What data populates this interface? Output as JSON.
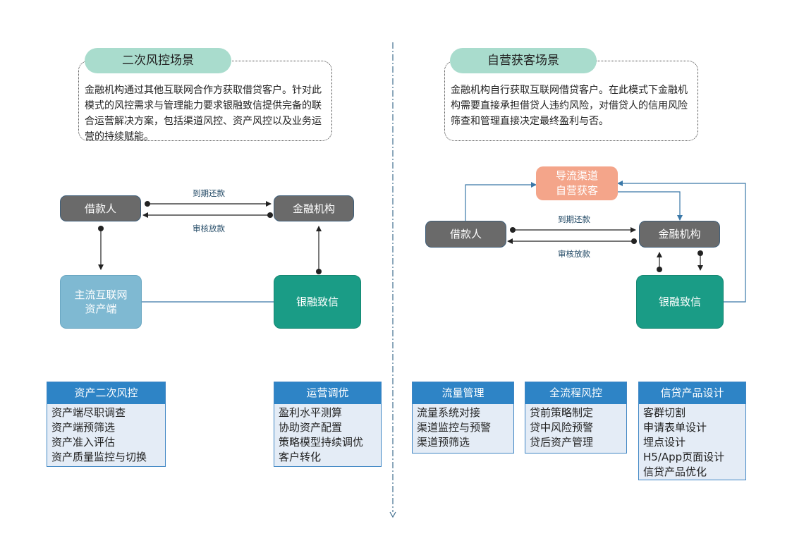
{
  "left": {
    "title": "二次风控场景",
    "description": "金融机构通过其他互联网合作方获取借贷客户。针对此模式的风控需求与管理能力要求银融致信提供完备的联合运营解决方案，包括渠道风控、资产风控以及业务运营的持续赋能。",
    "nodes": {
      "borrower": "借款人",
      "institution": "金融机构",
      "asset_side": "主流互联网\n资产端",
      "yinrong": "银融致信"
    },
    "edges": {
      "repay": "到期还款",
      "loan": "审核放款"
    },
    "cards": [
      {
        "title": "资产二次风控",
        "items": [
          "资产端尽职调查",
          "资产端预筛选",
          "资产准入评估",
          "资产质量监控与切换"
        ]
      },
      {
        "title": "运营调优",
        "items": [
          "盈利水平测算",
          "协助资产配置",
          "策略模型持续调优",
          "客户转化"
        ]
      }
    ]
  },
  "right": {
    "title": "自营获客场景",
    "description": "金融机构自行获取互联网借贷客户。在此模式下金融机构需要直接承担借贷人违约风险，对借贷人的信用风险筛查和管理直接决定最终盈利与否。",
    "nodes": {
      "channel": "导流渠道\n自营获客",
      "borrower": "借款人",
      "institution": "金融机构",
      "yinrong": "银融致信"
    },
    "edges": {
      "repay": "到期还款",
      "loan": "审核放款"
    },
    "cards": [
      {
        "title": "流量管理",
        "items": [
          "流量系统对接",
          "渠道监控与预警",
          "渠道预筛选"
        ]
      },
      {
        "title": "全流程风控",
        "items": [
          "贷前策略制定",
          "贷中风险预警",
          "贷后资产管理"
        ]
      },
      {
        "title": "信贷产品设计",
        "items": [
          "客群切割",
          "申请表单设计",
          "埋点设计",
          "H5/App页面设计",
          "信贷产品优化"
        ]
      }
    ]
  },
  "colors": {
    "pill": "#a9dccd",
    "node_dark": "#6a6a6a",
    "node_teal": "#1a9c86",
    "node_lightblue": "#7fb9d2",
    "node_salmon": "#f4a58a",
    "card_header": "#2e84c6",
    "card_body": "#e4ecf6",
    "line": "#3a78a8"
  }
}
